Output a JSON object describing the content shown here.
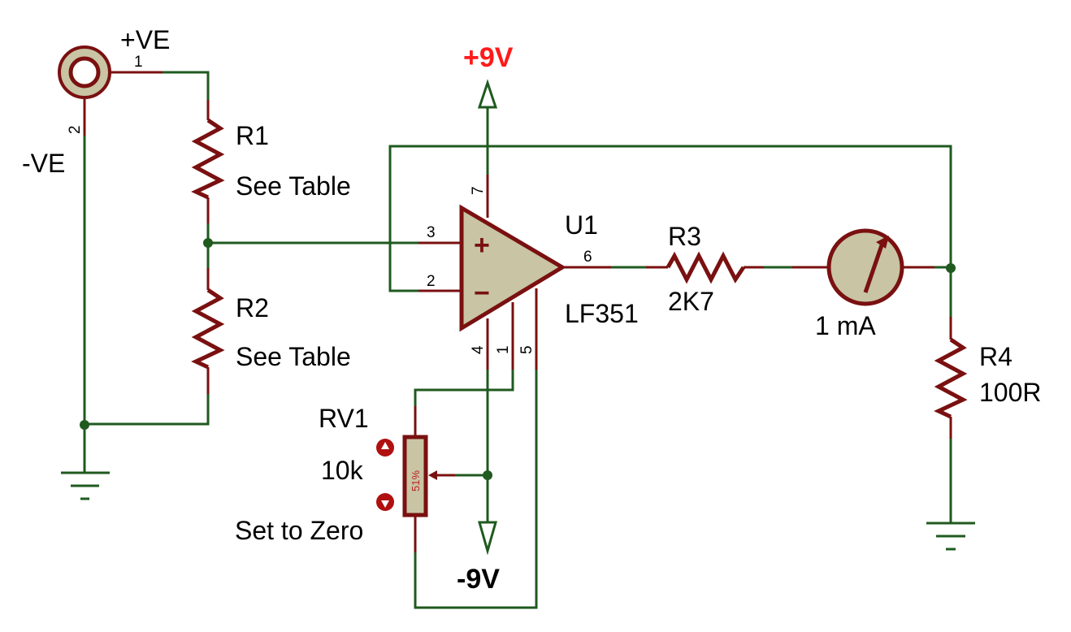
{
  "connector": {
    "pos_label": "+VE",
    "neg_label": "-VE",
    "pin1": "1",
    "pin2": "2"
  },
  "r1": {
    "ref": "R1",
    "value": "See Table"
  },
  "r2": {
    "ref": "R2",
    "value": "See Table"
  },
  "u1": {
    "ref": "U1",
    "part": "LF351",
    "pin_7": "7",
    "pin_3": "3",
    "pin_2": "2",
    "pin_6": "6",
    "pin_4": "4",
    "pin_1": "1",
    "pin_5": "5",
    "plus_sign": "+",
    "minus_sign": "−"
  },
  "r3": {
    "ref": "R3",
    "value": "2K7"
  },
  "meter": {
    "value": "1 mA"
  },
  "r4": {
    "ref": "R4",
    "value": "100R"
  },
  "rv1": {
    "ref": "RV1",
    "value": "10k",
    "note": "Set to Zero",
    "percent": "51%"
  },
  "rails": {
    "positive": "+9V",
    "negative": "-9V",
    "positive_color": "#ff1a1a",
    "negative_color": "#000000"
  },
  "colors": {
    "wire": "#1f5a1f",
    "component": "#7a1010",
    "body_fill": "#c8c4a4"
  }
}
